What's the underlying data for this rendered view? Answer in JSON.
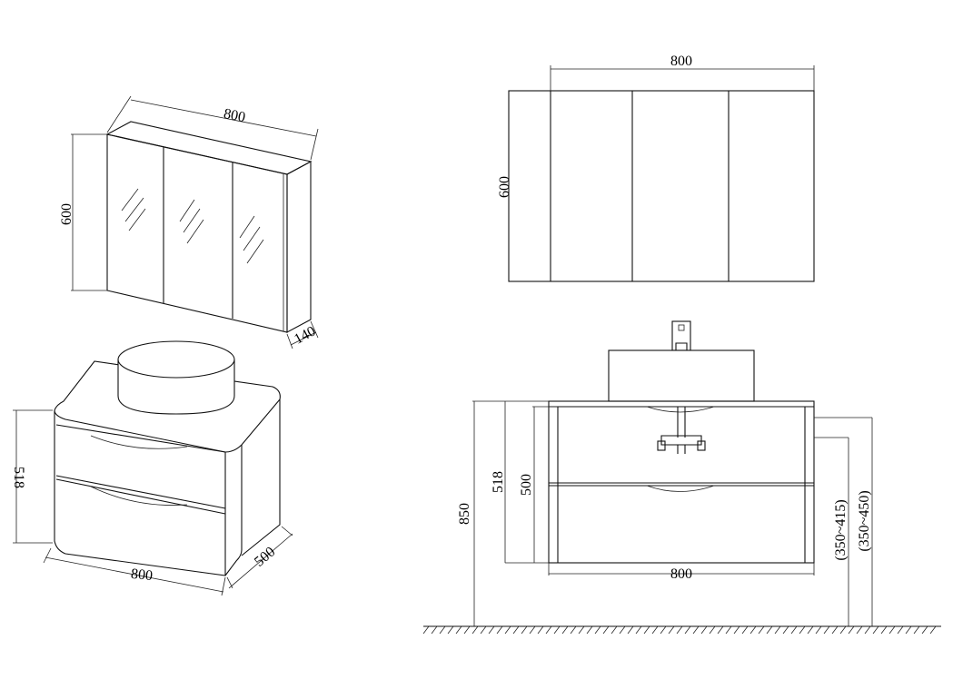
{
  "mirror_cabinet_iso": {
    "width": "800",
    "height": "600",
    "depth": "140"
  },
  "mirror_cabinet_front": {
    "width": "800",
    "height": "600"
  },
  "vanity_iso": {
    "width": "800",
    "height": "518",
    "depth": "500"
  },
  "vanity_front": {
    "width": "800",
    "cabinet_height": "518",
    "drawer_height": "500",
    "total_height": "850",
    "siphon_height_1": "(350~415)",
    "siphon_height_2": "(350~450)"
  }
}
